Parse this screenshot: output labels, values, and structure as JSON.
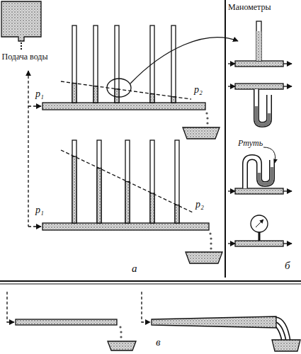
{
  "diagram": {
    "labels": [
      "Подача воды",
      "p₁",
      "p₂",
      "p₁",
      "p₂",
      "а",
      "Манометры",
      "Ртуть",
      "б",
      "в"
    ]
  }
}
